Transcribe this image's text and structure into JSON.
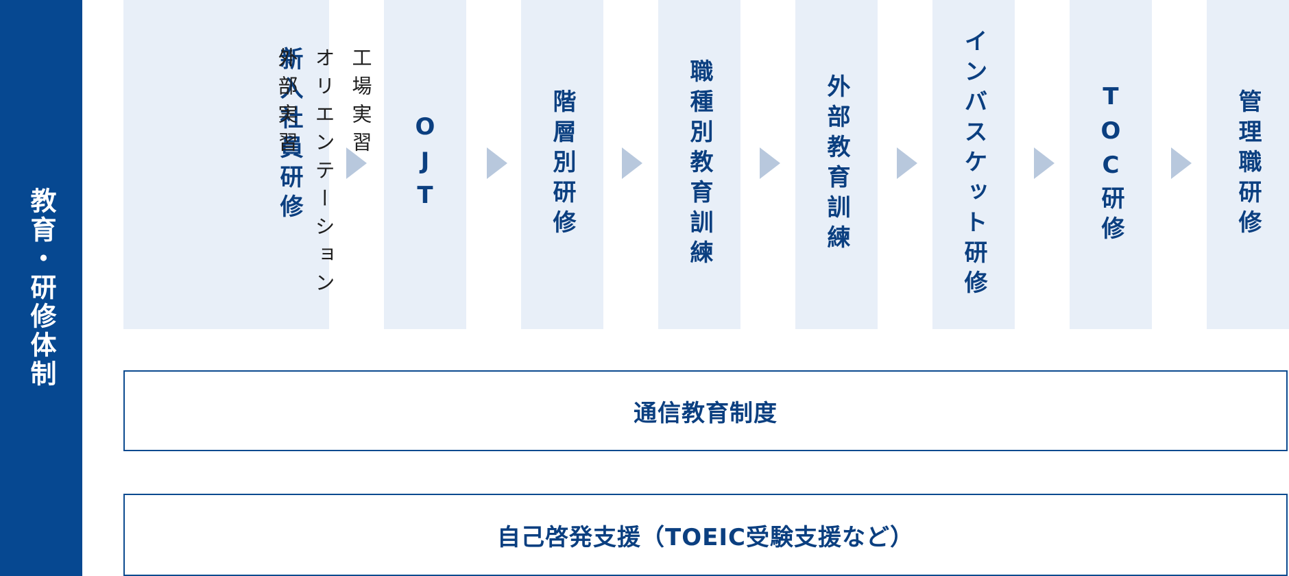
{
  "sidebar": {
    "title": "教育・研修体制"
  },
  "steps": [
    {
      "title": "新入社員研修",
      "details": [
        "工場実習",
        "オリエンテーション",
        "外部実習"
      ]
    },
    {
      "title": "OJT"
    },
    {
      "title": "階層別研修"
    },
    {
      "title": "職種別教育訓練"
    },
    {
      "title": "外部教育訓練"
    },
    {
      "title": "インバスケット研修"
    },
    {
      "title": "TOC研修"
    },
    {
      "title": "管理職研修"
    }
  ],
  "programs": [
    {
      "label": "通信教育制度"
    },
    {
      "label": "自己啓発支援（TOEIC受験支援など）"
    }
  ],
  "colors": {
    "sidebar_bg": "#064891",
    "step_bg": "#e8eff8",
    "title_text": "#0b3f80",
    "arrow": "#b8c8dd",
    "box_border": "#0b4a8f"
  }
}
